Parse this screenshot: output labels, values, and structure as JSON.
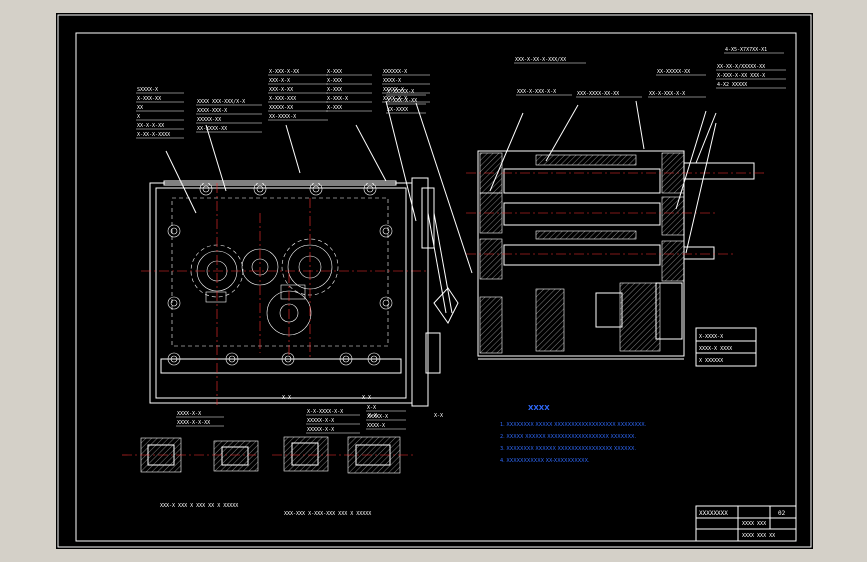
{
  "drawing": {
    "left_callouts": [
      {
        "lines": [
          "SXXXX-X",
          "X-XXX-XX",
          "XX",
          "X",
          "XX-X-X-XX",
          "X-XX-X-XXXX"
        ]
      },
      {
        "lines": [
          "XXXX XXX-XXX/X-X",
          "XXXX-XXX-X",
          "XXXXX-XX",
          "XX-XXXX-XX"
        ]
      },
      {
        "lines": [
          "X-XXX-X-XX",
          "XXX-X-X",
          "XXX-X-XX",
          "X-XXX-XXX",
          "XXXXX-XX",
          "XX-XXXX-X"
        ]
      },
      {
        "lines": [
          "X-XXX",
          "X-XXX",
          "X-XXX",
          "X-XXX-X",
          "X-XXX"
        ]
      },
      {
        "lines": [
          "XXXXXX-X",
          "XXXX-X",
          "XXXXX-X",
          "XXXX-X-X"
        ]
      },
      {
        "lines": [
          "X-XXXXX-X",
          "X-XXX-X-XX",
          "XX-XXXX"
        ]
      }
    ],
    "right_callouts": [
      {
        "lines": [
          "4-X5-X7X7XX-X1"
        ]
      },
      {
        "lines": [
          "XX-XX-X/XXXXX-XX",
          "X-XXX-X-XX XXX-X",
          "4-X2 XXXXX"
        ]
      },
      {
        "lines": [
          "XXX-X-XX-X-XXX/XX"
        ]
      },
      {
        "lines": [
          "XXX-X-XXX-X-X"
        ]
      },
      {
        "lines": [
          "XXX-XXXX-XX-XX"
        ]
      },
      {
        "lines": [
          "XX-X-XXX-X-X"
        ]
      },
      {
        "lines": [
          "XX-XXXXX-XX"
        ]
      }
    ],
    "small_callouts": [
      {
        "lines": [
          "XXXX-X-X",
          "XXXX-X-X-XX"
        ]
      },
      {
        "lines": [
          "X-X-XXXX-X-X",
          "XXXXX-X-X",
          "XXXXX-X-X"
        ]
      },
      {
        "lines": [
          "X-X",
          "XXXXX-X",
          "XXXX-X"
        ]
      }
    ],
    "section_labels": [
      "X-X",
      "X-X",
      "X-X",
      "X-X"
    ],
    "bottom_notes": [
      "XXX-X XXX X XXX XX X XXXXX",
      "XXX-XXX X-XXX-XXX XXX X XXXXX"
    ],
    "tech_requirements": {
      "title": "XXXX",
      "items": [
        "1. XXXXXXXX XXXXX XXXXXXXXXXXXXXXXXX XXXXXXXX.",
        "2. XXXXX XXXXXX XXXXXXXXXXXXXXXXXX XXXXXXX.",
        "3. XXXXXXXX XXXXXX XXXXXXXXXXXXXXXX XXXXXX.",
        "4. XXXXXXXXXXX XX-XXXXXXXXXX."
      ]
    },
    "side_box": {
      "lines": [
        "X-XXXX-X",
        "XXXX-X XXXX",
        "X XXXXXX"
      ]
    },
    "title_block": {
      "title": "XXXXXXXX",
      "code": "02",
      "rows": [
        "XXXX XXX",
        "XXXX XXX XX"
      ]
    }
  },
  "colors": {
    "background": "#000000",
    "lines": "#ffffff",
    "notes": "#2f6bff",
    "centerline": "#ff3030",
    "frame": "#d4d0c8"
  }
}
